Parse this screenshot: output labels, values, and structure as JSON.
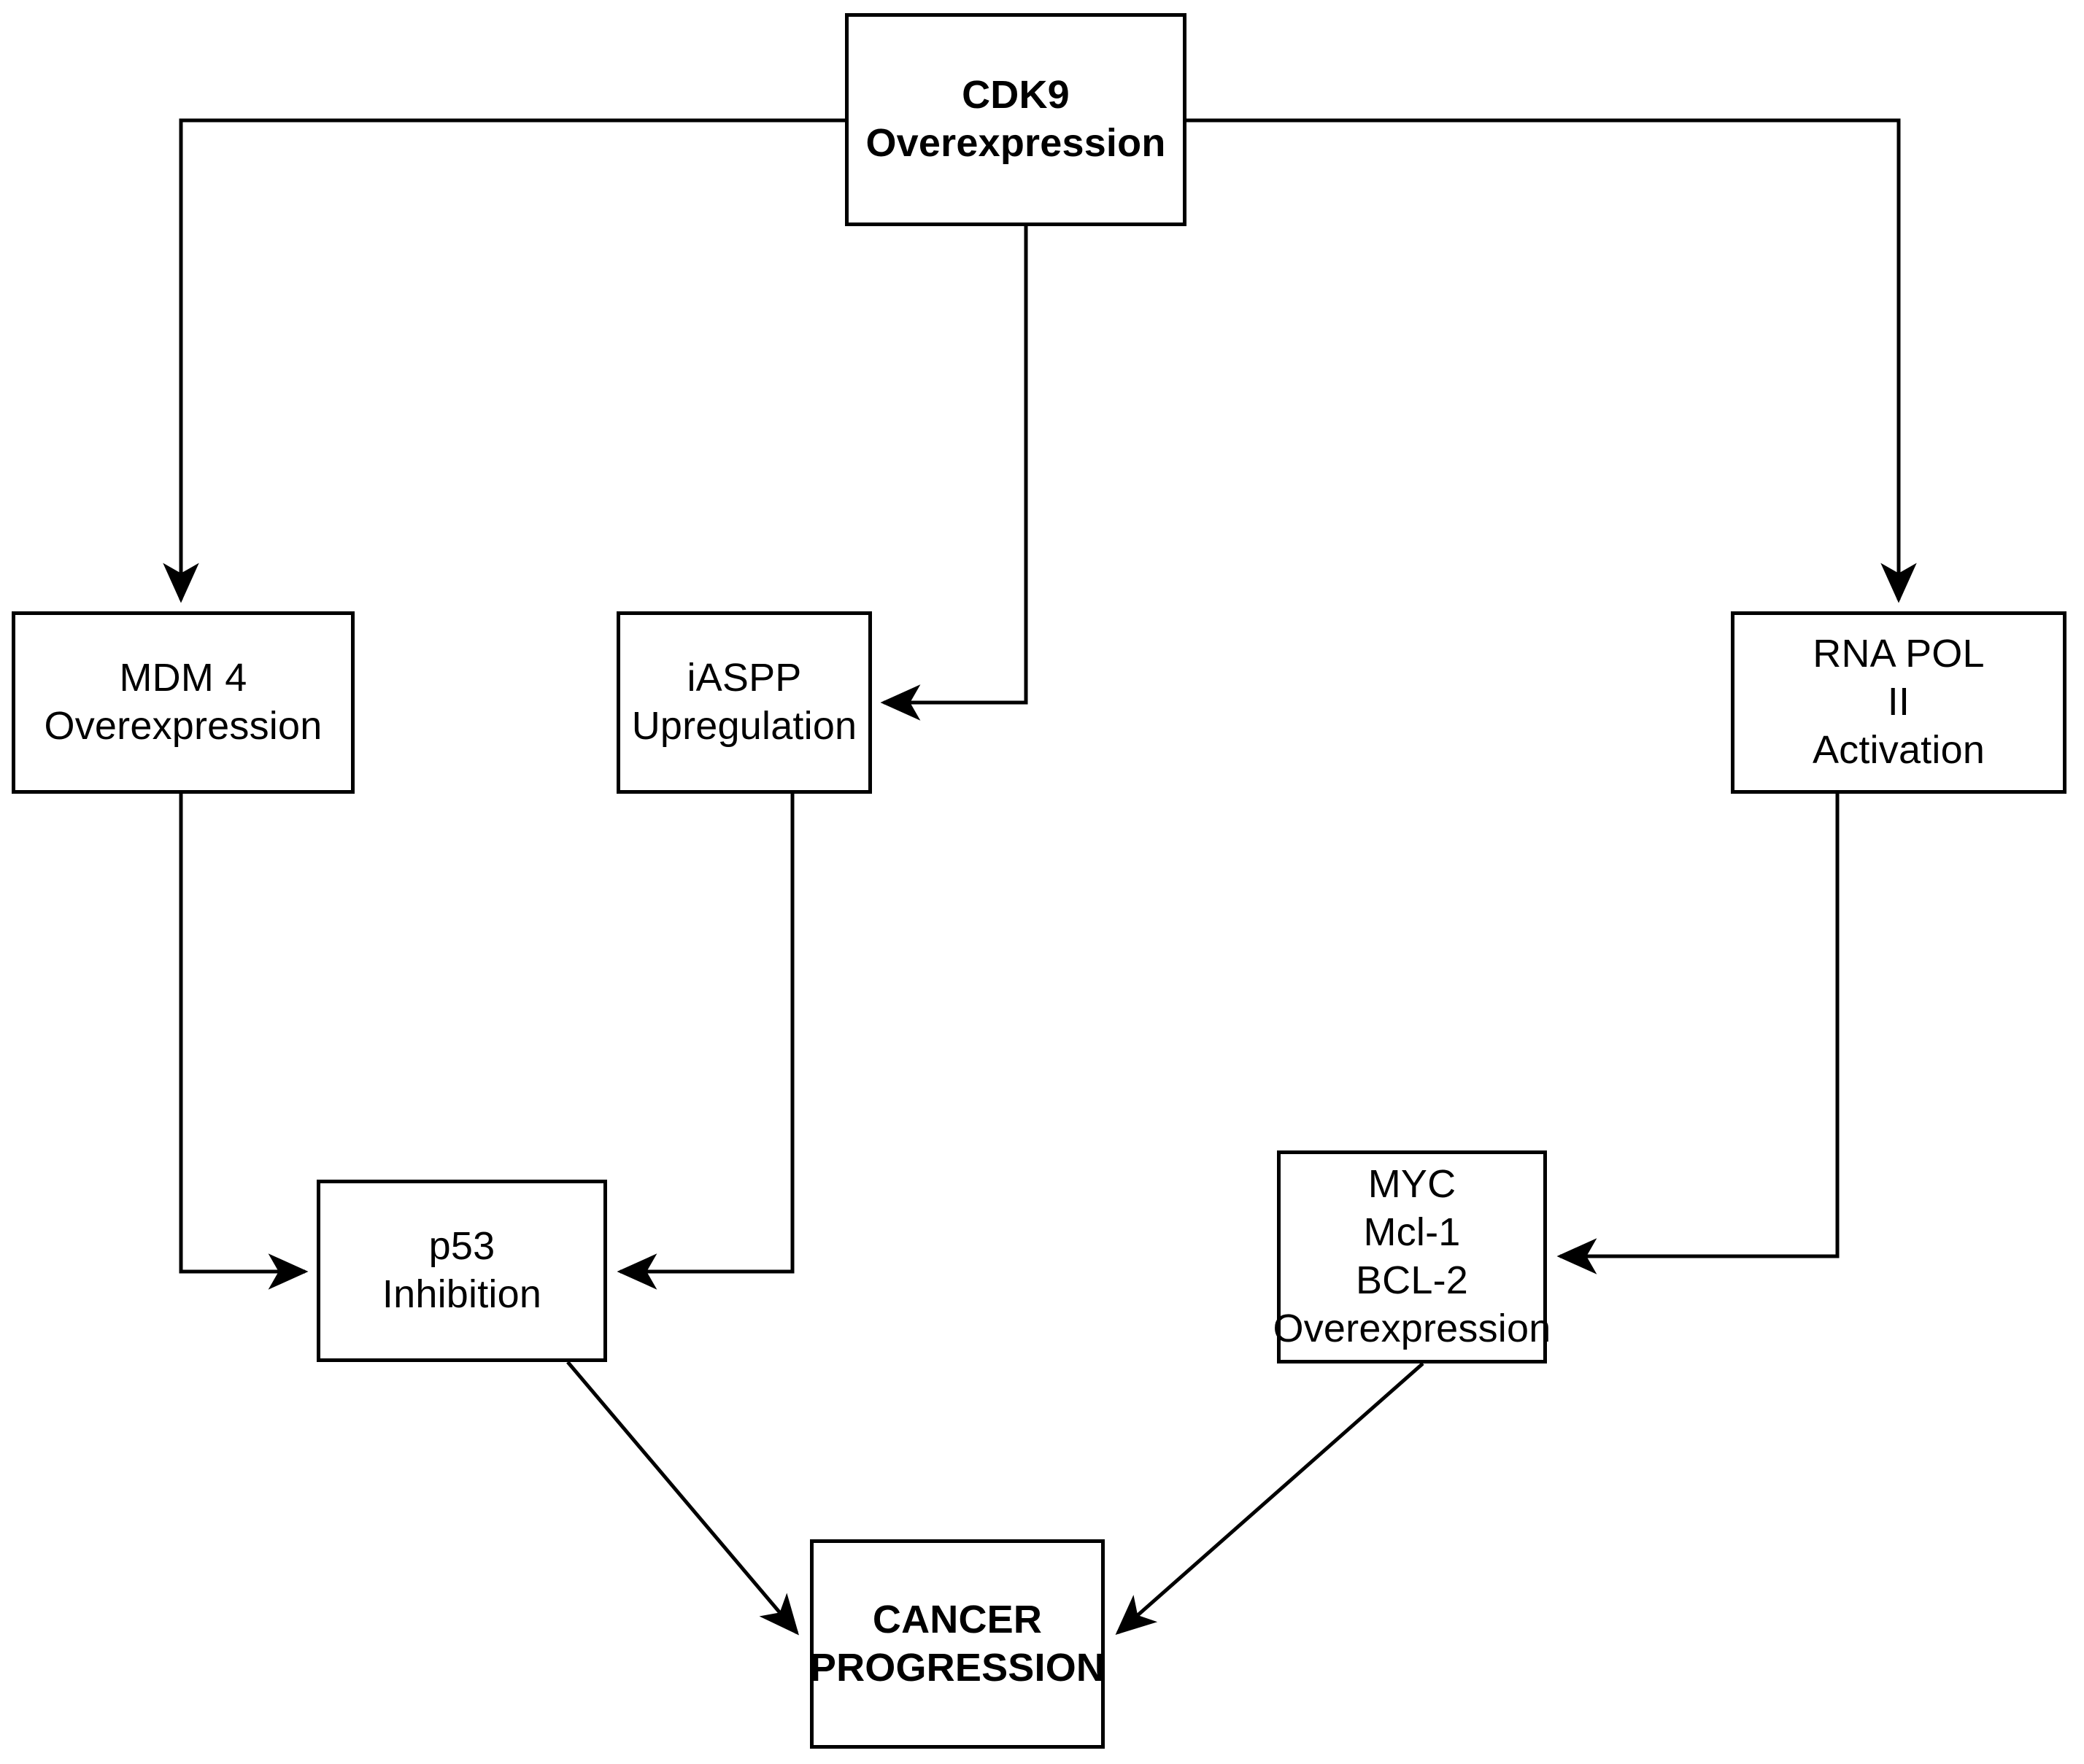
{
  "diagram": {
    "title": "CDK9 Overexpression Signaling Pathway",
    "background_color": "#ffffff",
    "line_color": "#000000",
    "text_color": "#000000",
    "nodes": [
      {
        "id": "cdk9",
        "name": "CDK9 Overexpression",
        "bold": true,
        "lines": [
          "CDK9",
          "Overexpression"
        ]
      },
      {
        "id": "mdm4",
        "name": "MDM 4 Overexpression",
        "bold": false,
        "lines": [
          "MDM 4",
          "Overexpression"
        ]
      },
      {
        "id": "iaspp",
        "name": "iASPP Upregulation",
        "bold": false,
        "lines": [
          "iASPP",
          "Upregulation"
        ]
      },
      {
        "id": "rnapol2",
        "name": "RNA POL II Activation",
        "bold": false,
        "lines": [
          "RNA POL",
          "II",
          "Activation"
        ]
      },
      {
        "id": "p53",
        "name": "p53 Inhibition",
        "bold": false,
        "lines": [
          "p53",
          "Inhibition"
        ]
      },
      {
        "id": "myc",
        "name": "MYC Mcl-1 BCL-2 Overexpression",
        "bold": false,
        "lines": [
          "MYC",
          "Mcl-1",
          "BCL-2",
          "Overexpression"
        ]
      },
      {
        "id": "cancer",
        "name": "CANCER PROGRESSION",
        "bold": true,
        "lines": [
          "CANCER",
          "PROGRESSION"
        ]
      }
    ],
    "edges": [
      {
        "id": "cdk9-to-mdm4",
        "from": "cdk9",
        "to": "mdm4",
        "style": "orthogonal",
        "arrowhead": "down"
      },
      {
        "id": "cdk9-to-iaspp",
        "from": "cdk9",
        "to": "iaspp",
        "style": "orthogonal",
        "arrowhead": "left"
      },
      {
        "id": "cdk9-to-rnapol2",
        "from": "cdk9",
        "to": "rnapol2",
        "style": "orthogonal",
        "arrowhead": "down"
      },
      {
        "id": "mdm4-to-p53",
        "from": "mdm4",
        "to": "p53",
        "style": "orthogonal",
        "arrowhead": "right"
      },
      {
        "id": "iaspp-to-p53",
        "from": "iaspp",
        "to": "p53",
        "style": "orthogonal",
        "arrowhead": "left"
      },
      {
        "id": "rnapol2-to-myc",
        "from": "rnapol2",
        "to": "myc",
        "style": "orthogonal",
        "arrowhead": "left"
      },
      {
        "id": "p53-to-cancer",
        "from": "p53",
        "to": "cancer",
        "style": "diagonal",
        "arrowhead": "down-right"
      },
      {
        "id": "myc-to-cancer",
        "from": "myc",
        "to": "cancer",
        "style": "diagonal",
        "arrowhead": "down-left"
      }
    ]
  }
}
